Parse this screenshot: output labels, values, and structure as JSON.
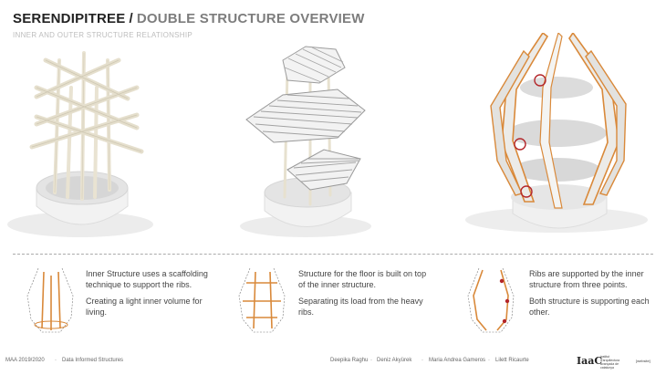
{
  "header": {
    "title_main": "SERENDIPITREE",
    "separator": "/",
    "title_sub": "DOUBLE STRUCTURE OVERVIEW",
    "subtitle": "INNER AND OUTER STRUCTURE RELATIONSHIP"
  },
  "captions": [
    {
      "lines": [
        "Inner Structure uses a scaffolding technique to support the ribs.",
        "Creating a light inner volume for living."
      ]
    },
    {
      "lines": [
        "Structure for the floor is built on top of the inner structure.",
        "Separating its load from the heavy ribs."
      ]
    },
    {
      "lines": [
        "Ribs are supported by the inner structure from three points.",
        "Both structure is supporting each other."
      ]
    }
  ],
  "footer": {
    "program": "MAA 2019/2020",
    "course": "Data Informed Structures",
    "authors": [
      "Deepika Raghu",
      "Deniz Akyürek",
      "Maria Andrea Gameros",
      "Lilett Ricaurte"
    ],
    "logo": "IaaC",
    "logo_small": "institut d'arquitectura avançada de catalunya",
    "logo_right": "[website]"
  },
  "colors": {
    "accent_orange": "#d9893a",
    "highlight_red": "#b3262a",
    "structure_cream": "#ece6d6"
  }
}
